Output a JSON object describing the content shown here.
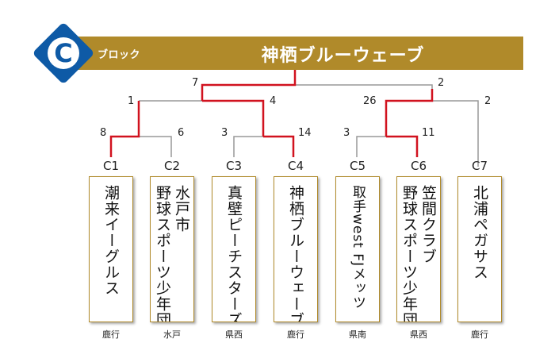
{
  "block": {
    "badge_letter": "C",
    "label": "ブロック",
    "title": "神栖ブルーウェーブ"
  },
  "teams": [
    {
      "code": "C1",
      "name_lines": [
        "潮来イーグルス"
      ],
      "region": "鹿行"
    },
    {
      "code": "C2",
      "name_lines": [
        "水戸市",
        "野球スポーツ少年団"
      ],
      "region": "水戸"
    },
    {
      "code": "C3",
      "name_lines": [
        "真壁ピーチスターズ"
      ],
      "region": "県西"
    },
    {
      "code": "C4",
      "name_lines": [
        "神栖ブルーウェーブ"
      ],
      "region": "鹿行"
    },
    {
      "code": "C5",
      "name_lines": [
        "取手west FJメッツ"
      ],
      "region": "県南"
    },
    {
      "code": "C6",
      "name_lines": [
        "笠間クラブ",
        "野球スポーツ少年団"
      ],
      "region": "県西"
    },
    {
      "code": "C7",
      "name_lines": [
        "北浦ペガサス"
      ],
      "region": "鹿行"
    }
  ],
  "scores": {
    "r1_c1": "8",
    "r1_c2": "6",
    "r1_c3": "3",
    "r1_c4": "14",
    "r1_c5": "3",
    "r1_c6": "11",
    "r2_left_top": "1",
    "r2_left_bottom": "4",
    "r2_right_top": "26",
    "r2_right_bottom": "2",
    "final_left": "7",
    "final_right": "2"
  },
  "colors": {
    "banner": "#b08a2a",
    "badge": "#0e5aa6",
    "win_line": "#d1121f",
    "lose_line": "#999999",
    "card_border": "#b08a2a"
  }
}
